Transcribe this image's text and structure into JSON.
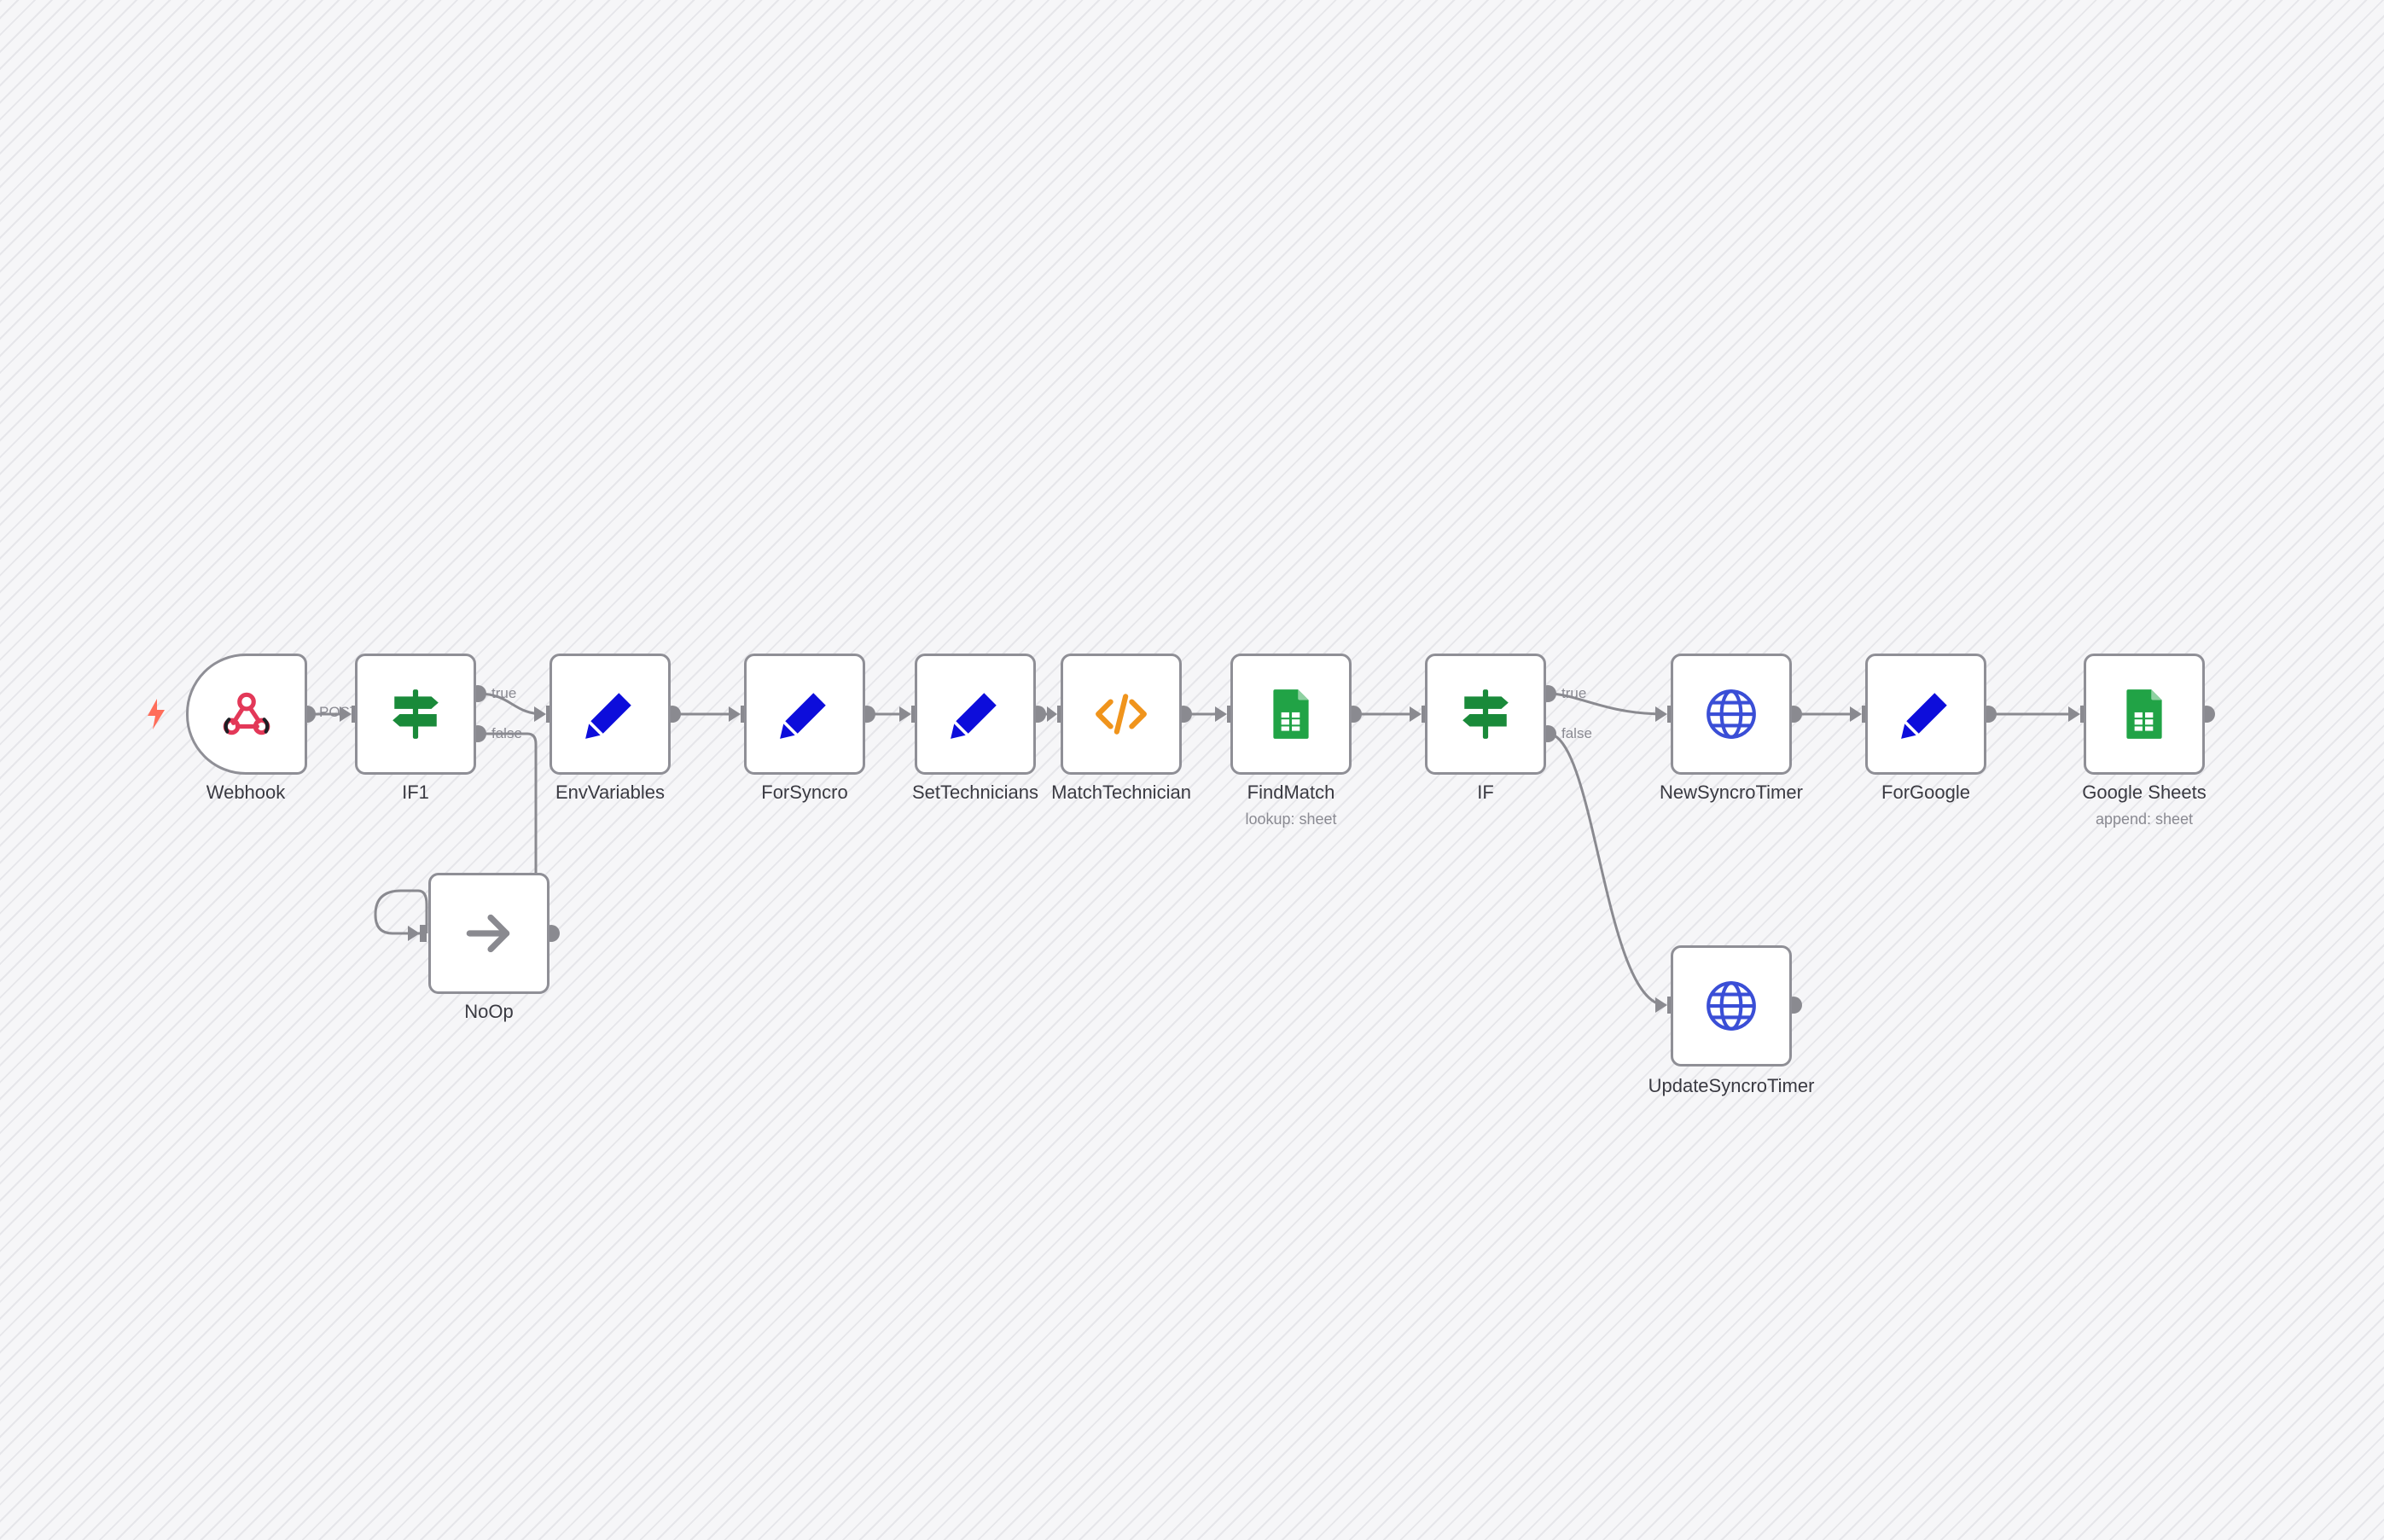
{
  "workflow": {
    "nodes": {
      "webhook": {
        "name": "Webhook",
        "icon": "webhook-icon"
      },
      "if1": {
        "name": "IF1",
        "icon": "signpost-icon"
      },
      "noop": {
        "name": "NoOp",
        "icon": "arrow-right-icon"
      },
      "envvariables": {
        "name": "EnvVariables",
        "icon": "pencil-icon"
      },
      "forsyncro": {
        "name": "ForSyncro",
        "icon": "pencil-icon"
      },
      "settechnicians": {
        "name": "SetTechnicians",
        "icon": "pencil-icon"
      },
      "matchtechnician": {
        "name": "MatchTechnician",
        "icon": "code-icon"
      },
      "findmatch": {
        "name": "FindMatch",
        "subtitle": "lookup: sheet",
        "icon": "google-sheets-icon"
      },
      "if": {
        "name": "IF",
        "icon": "signpost-icon"
      },
      "newsyncrotimer": {
        "name": "NewSyncroTimer",
        "icon": "globe-icon"
      },
      "updatesyncrotimer": {
        "name": "UpdateSyncroTimer",
        "icon": "globe-icon"
      },
      "forgoogle": {
        "name": "ForGoogle",
        "icon": "pencil-icon"
      },
      "googlesheets": {
        "name": "Google Sheets",
        "subtitle": "append: sheet",
        "icon": "google-sheets-icon"
      }
    },
    "edge_labels": {
      "webhook_post": "POST",
      "if1_true": "true",
      "if1_false": "false",
      "if_true": "true",
      "if_false": "false"
    }
  },
  "colors": {
    "node_border": "#8f8f96",
    "connector": "#8a8a90",
    "pencil": "#0d0ddb",
    "signpost": "#1a8a3a",
    "code": "#f0941c",
    "sheets": "#21a346",
    "globe": "#3a4ed6",
    "webhook": "#e33858",
    "trigger_bolt": "#ff6d5a"
  }
}
